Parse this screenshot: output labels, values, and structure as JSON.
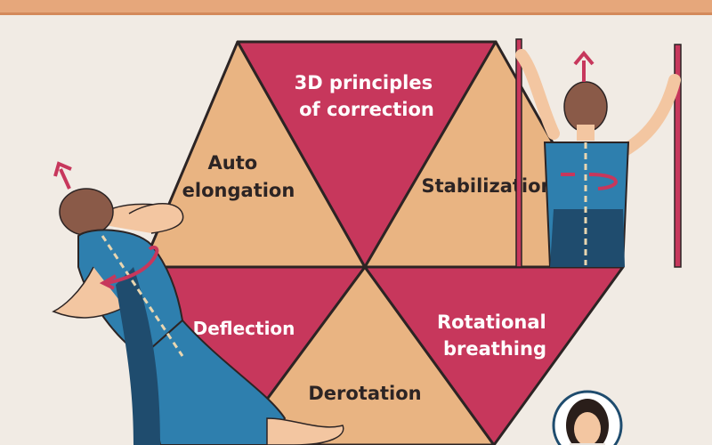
{
  "colors": {
    "background": "#f1ebe4",
    "top_bar": "#e6a77b",
    "tan": "#e9b482",
    "crimson": "#c7375c",
    "outline": "#2c2424",
    "arrow": "#c7375c",
    "skin": "#f3c6a1",
    "hair": "#8a5a48",
    "suit_dark": "#1f4c6e",
    "suit_mid": "#2e7fae"
  },
  "segments": {
    "principles": "3D principles\nof correction",
    "auto_elongation": "Auto\nelongation",
    "stabilization": "Stabilization",
    "deflection": "Deflection",
    "rotational_breathing": "Rotational\nbreathing",
    "derotation": "Derotation"
  },
  "figures": {
    "left_person": "woman-side-shift-icon",
    "right_person": "woman-wall-bar-icon",
    "avatar": "presenter-avatar-icon"
  }
}
